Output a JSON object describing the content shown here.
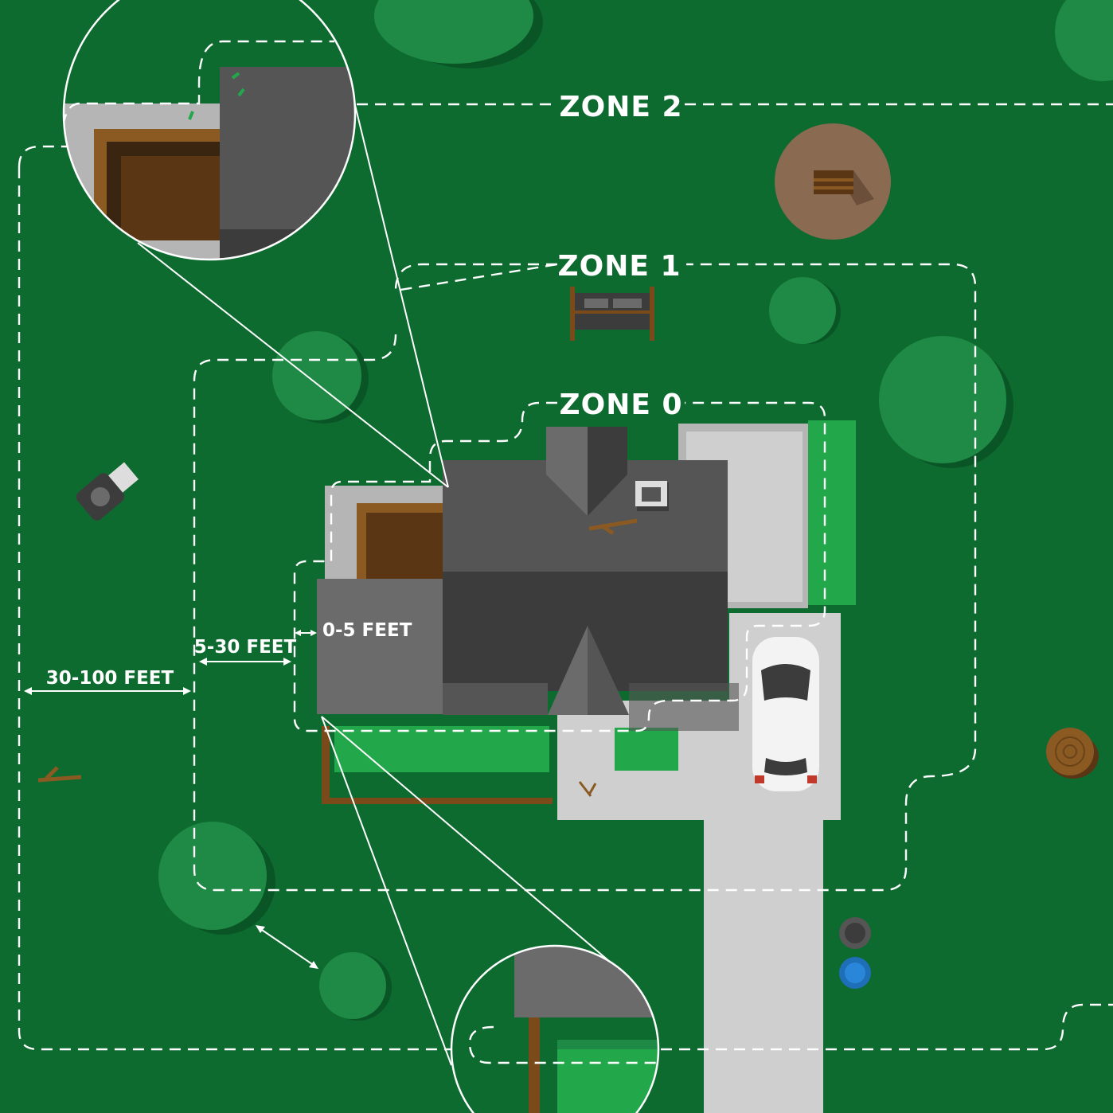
{
  "zones": [
    {
      "id": "zone0",
      "title": "ZONE 0",
      "distance": "0-5 FEET"
    },
    {
      "id": "zone1",
      "title": "ZONE 1",
      "distance": "5-30 FEET"
    },
    {
      "id": "zone2",
      "title": "ZONE 2",
      "distance": "30-100 FEET"
    }
  ],
  "colors": {
    "lawn": "#0d6b30",
    "tree": "#1f8a45",
    "tree_shadow": "#0a5526",
    "hedge": "#22a84b",
    "roof_light": "#6b6b6b",
    "roof_dark": "#3c3c3c",
    "pavement": "#cfcfcf",
    "mulch_bed": "#5a3615",
    "bed_border": "#8a5a22",
    "dirt_patch": "#8b6a52",
    "callout_line": "#ffffff"
  },
  "icons": [
    "lawn-mower-icon",
    "car-icon",
    "bench-icon",
    "tree-stump-icon",
    "trash-bin-icon",
    "log-pile-icon",
    "chimney-icon",
    "branch-debris-icon"
  ]
}
